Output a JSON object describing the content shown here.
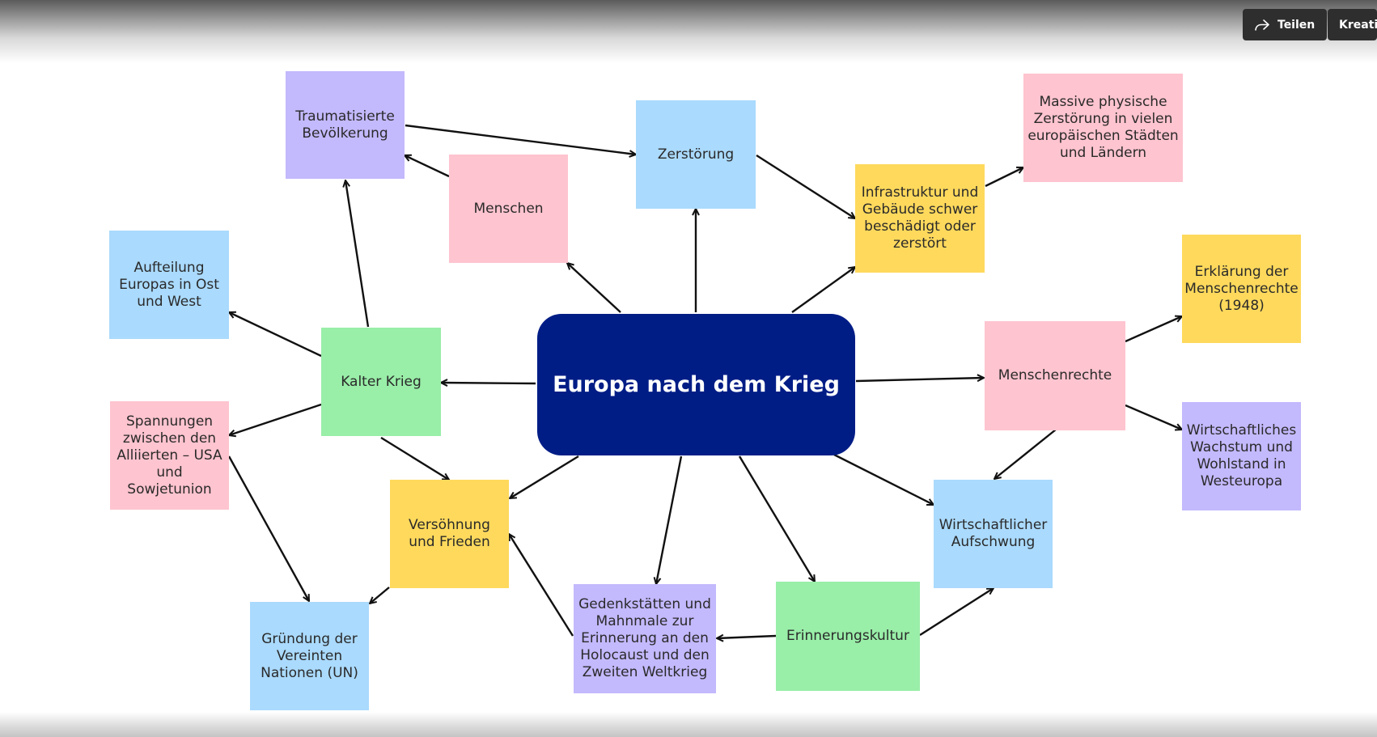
{
  "toolbar": {
    "share_label": "Teilen",
    "creative_label": "Kreativ",
    "share_icon": "share-arrow-icon"
  },
  "colors": {
    "hub": "#001d86",
    "purple": "#c3b9fd",
    "blue": "#aadafd",
    "pink": "#fec4cf",
    "yellow": "#fed95c",
    "green": "#99eea8",
    "arrow": "#111111"
  },
  "diagram": {
    "center": "Europa nach dem Krieg",
    "nodes": [
      {
        "id": "trauma",
        "text": "Traumatisierte Bevölkerung",
        "color": "purple"
      },
      {
        "id": "zerstoerung",
        "text": "Zerstörung",
        "color": "blue"
      },
      {
        "id": "massive",
        "text": "Massive physische Zerstörung in vielen europäischen Städten und Ländern",
        "color": "pink"
      },
      {
        "id": "menschen",
        "text": "Menschen",
        "color": "pink"
      },
      {
        "id": "infra",
        "text": "Infrastruktur und Gebäude schwer beschädigt oder zerstört",
        "color": "yellow"
      },
      {
        "id": "aufteilung",
        "text": "Aufteilung Europas in Ost und West",
        "color": "blue"
      },
      {
        "id": "erklaerung",
        "text": "Erklärung der Menschenrechte (1948)",
        "color": "yellow"
      },
      {
        "id": "kalter",
        "text": "Kalter Krieg",
        "color": "green"
      },
      {
        "id": "menschenrechte",
        "text": "Menschenrechte",
        "color": "pink"
      },
      {
        "id": "spannungen",
        "text": "Spannungen zwischen den Alliierten – USA und Sowjetunion",
        "color": "pink"
      },
      {
        "id": "wachstum",
        "text": "Wirtschaftliches Wachstum und Wohlstand in Westeuropa",
        "color": "purple"
      },
      {
        "id": "versoehnung",
        "text": "Versöhnung und Frieden",
        "color": "yellow"
      },
      {
        "id": "aufschwung",
        "text": "Wirtschaftlicher Aufschwung",
        "color": "blue"
      },
      {
        "id": "gedenk",
        "text": "Gedenkstätten und Mahnmale zur Erinnerung an den Holocaust und den Zweiten Weltkrieg",
        "color": "purple"
      },
      {
        "id": "erinnerung",
        "text": "Erinnerungskultur",
        "color": "green"
      },
      {
        "id": "un",
        "text": "Gründung der Vereinten Nationen (UN)",
        "color": "blue"
      }
    ]
  }
}
